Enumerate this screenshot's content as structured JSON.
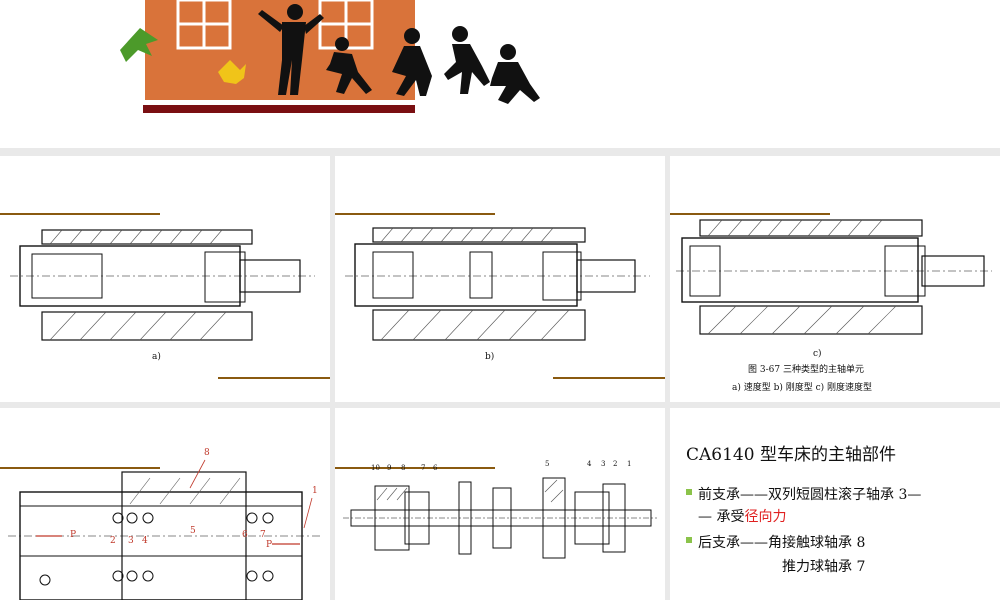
{
  "colors": {
    "house": "#d9733a",
    "base": "#7a0f12",
    "accent_line": "#8a5a10",
    "bullet": "#8bc34a",
    "emphasis": "#e02020"
  },
  "slides": {
    "s1": {
      "caption": "a)"
    },
    "s2": {
      "caption": "b)"
    },
    "s3": {
      "caption": "c)",
      "figure_title": "图 3-67   三种类型的主轴单元",
      "figure_sub": "a) 速度型   b) 刚度型   c) 刚度速度型"
    },
    "s4": {
      "labels": [
        "8",
        "1",
        "P",
        "2",
        "3",
        "4",
        "5",
        "6",
        "7",
        "P"
      ]
    },
    "s5": {
      "labels": [
        "10",
        "9",
        "8",
        "7",
        "6",
        "5",
        "4",
        "3",
        "2",
        "1"
      ]
    },
    "s6": {
      "title": "CA6140 型车床的主轴部件",
      "bullets": [
        {
          "line1": "前支承——双列短圆柱滚子轴承 3—",
          "line2_prefix": "— 承受",
          "line2_emph": "径向力"
        },
        {
          "line1": "后支承——角接触球轴承 8",
          "line2": "推力球轴承 7"
        }
      ]
    }
  }
}
